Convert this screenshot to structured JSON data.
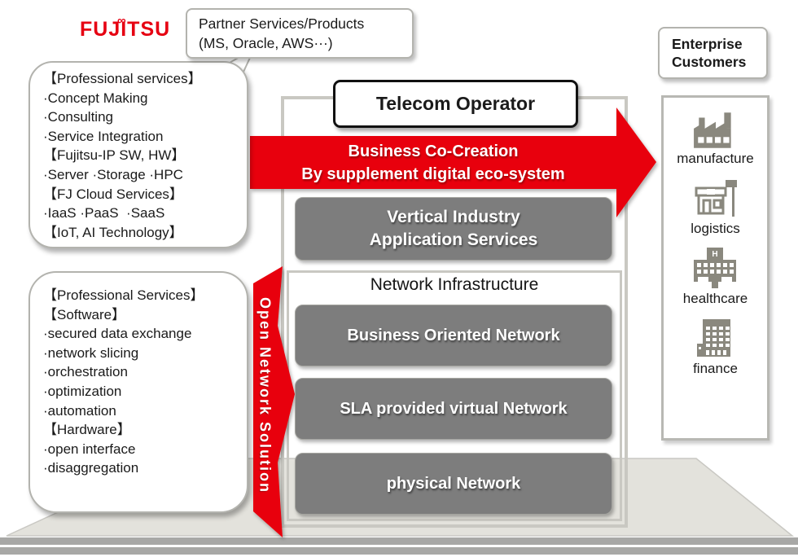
{
  "colors": {
    "fujitsu_red": "#e60012",
    "arrow_red": "#e8000d",
    "box_gray": "#7d7d7d",
    "icon_gray": "#8a887e",
    "platform_gray": "#e3e2dc",
    "band_gray": "#a8a8a6",
    "border_gray": "#c9c8c2"
  },
  "header": {
    "logo_text": "FUJITSU",
    "logo_mark": "∞",
    "partner_box": {
      "line1": "Partner Services/Products",
      "line2": "(MS, Oracle, AWS···)"
    }
  },
  "fujitsu_offerings_bubble": {
    "lines": [
      "【Professional services】",
      "·Concept Making",
      "·Consulting",
      "·Service Integration",
      "【Fujitsu-IP SW, HW】",
      "·Server ·Storage ·HPC",
      "【FJ Cloud Services】",
      "·IaaS ·PaaS  ·SaaS",
      "【IoT, AI Technology】"
    ]
  },
  "open_network_bubble": {
    "lines": [
      "【Professional Services】",
      "【Software】",
      "·secured data exchange",
      "·network slicing",
      "·orchestration",
      "·optimization",
      "·automation",
      "【Hardware】",
      "·open interface",
      "·disaggregation"
    ]
  },
  "open_network_arrow_label": "Open Network Solution",
  "telecom": {
    "title": "Telecom Operator",
    "co_creation_line1": "Business Co-Creation",
    "co_creation_line2": "By supplement digital eco-system",
    "vertical_industry_line1": "Vertical Industry",
    "vertical_industry_line2": "Application Services",
    "network_infrastructure_title": "Network Infrastructure",
    "network_layers": [
      "Business Oriented Network",
      "SLA provided virtual Network",
      "physical Network"
    ]
  },
  "enterprise": {
    "title_line1": "Enterprise",
    "title_line2": "Customers",
    "segments": [
      {
        "icon": "factory-icon",
        "label": "manufacture"
      },
      {
        "icon": "store-icon",
        "label": "logistics"
      },
      {
        "icon": "hospital-icon",
        "label": "healthcare"
      },
      {
        "icon": "office-icon",
        "label": "finance"
      }
    ]
  }
}
